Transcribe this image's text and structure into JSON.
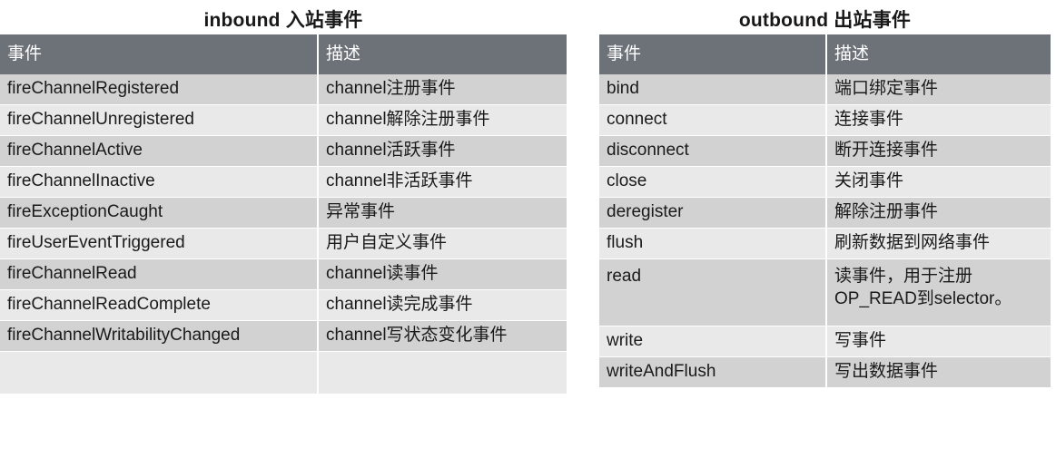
{
  "page": {
    "background_color": "#ffffff",
    "header_color": "#6d7278",
    "row_dark_color": "#d2d2d2",
    "row_light_color": "#e9e9e9",
    "text_color": "#1a1a1a"
  },
  "panels": [
    {
      "id": "inbound",
      "title": "inbound 入站事件",
      "columns": [
        "事件",
        "描述"
      ],
      "rows": [
        {
          "event": "fireChannelRegistered",
          "desc": "channel注册事件"
        },
        {
          "event": "fireChannelUnregistered",
          "desc": "channel解除注册事件"
        },
        {
          "event": "fireChannelActive",
          "desc": "channel活跃事件"
        },
        {
          "event": "fireChannelInactive",
          "desc": "channel非活跃事件"
        },
        {
          "event": "fireExceptionCaught",
          "desc": "异常事件"
        },
        {
          "event": "fireUserEventTriggered",
          "desc": "用户自定义事件"
        },
        {
          "event": "fireChannelRead",
          "desc": "channel读事件"
        },
        {
          "event": "fireChannelReadComplete",
          "desc": "channel读完成事件"
        },
        {
          "event": "fireChannelWritabilityChanged",
          "desc": "channel写状态变化事件"
        },
        {
          "event": "",
          "desc": ""
        }
      ]
    },
    {
      "id": "outbound",
      "title": "outbound 出站事件",
      "columns": [
        "事件",
        "描述"
      ],
      "rows": [
        {
          "event": "bind",
          "desc": "端口绑定事件"
        },
        {
          "event": "connect",
          "desc": "连接事件"
        },
        {
          "event": "disconnect",
          "desc": "断开连接事件"
        },
        {
          "event": "close",
          "desc": "关闭事件"
        },
        {
          "event": "deregister",
          "desc": "解除注册事件"
        },
        {
          "event": "flush",
          "desc": "刷新数据到网络事件"
        },
        {
          "event": "read",
          "desc": "读事件，用于注册\nOP_READ到selector。"
        },
        {
          "event": "write",
          "desc": "写事件"
        },
        {
          "event": "writeAndFlush",
          "desc": "写出数据事件"
        }
      ]
    }
  ]
}
